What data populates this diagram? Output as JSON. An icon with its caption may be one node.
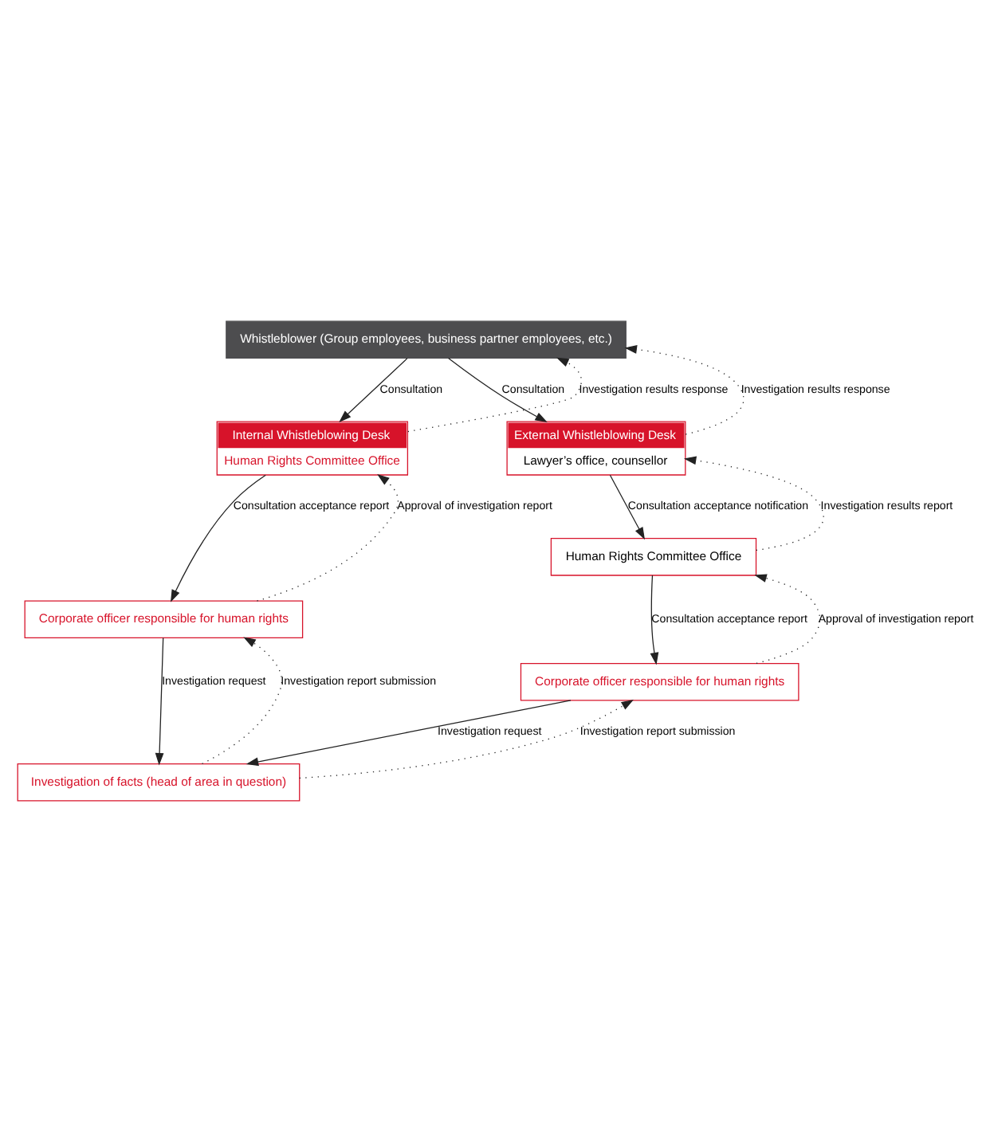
{
  "diagram": {
    "nodes": [
      {
        "text": [
          "Whistleblower (Group employees, business partner employees, etc.)"
        ]
      },
      {
        "text": [
          "Internal Whistleblowing Desk",
          "Human Rights Committee Office"
        ]
      },
      {
        "text": [
          "Corporate officer responsible for human rights"
        ]
      },
      {
        "text": [
          "External Whistleblowing Desk",
          "Lawyer’s office, counsellor"
        ]
      },
      {
        "text": [
          "Human Rights Committee Office"
        ]
      },
      {
        "text": [
          "Corporate officer responsible for human rights"
        ]
      },
      {
        "text": [
          "Investigation of facts (head of area in question)"
        ]
      }
    ],
    "edges": [
      {
        "from": 0,
        "to": 1,
        "arrow": "to",
        "label": "Consultation"
      },
      {
        "from": 1,
        "to": 0,
        "arrow": "to",
        "label": "Investigation results response",
        "style": "dashed"
      },
      {
        "from": 0,
        "to": 3,
        "arrow": "to",
        "label": "Consultation"
      },
      {
        "from": 3,
        "to": 0,
        "arrow": "to",
        "label": "Investigation results response",
        "style": "dashed"
      },
      {
        "from": 1,
        "to": 2,
        "arrow": "to",
        "label": "Consultation acceptance report"
      },
      {
        "from": 2,
        "to": 1,
        "arrow": "to",
        "label": "Approval of investigation report",
        "style": "dashed"
      },
      {
        "from": 3,
        "to": 4,
        "arrow": "to",
        "label": "Consultation acceptance notification"
      },
      {
        "from": 4,
        "to": 3,
        "arrow": "to",
        "label": "Investigation results report",
        "style": "dashed"
      },
      {
        "from": 4,
        "to": 5,
        "arrow": "to",
        "label": "Consultation acceptance report"
      },
      {
        "from": 5,
        "to": 4,
        "arrow": "to",
        "label": "Approval of investigation report",
        "style": "dashed"
      },
      {
        "from": 2,
        "to": 6,
        "arrow": "to",
        "label": "Investigation request"
      },
      {
        "from": 6,
        "to": 2,
        "arrow": "to",
        "label": "Investigation report submission",
        "style": "dashed"
      },
      {
        "from": 5,
        "to": 6,
        "arrow": "to",
        "label": "Investigation request"
      },
      {
        "from": 6,
        "to": 5,
        "arrow": "to",
        "label": "Investigation report submission",
        "style": "dashed"
      }
    ]
  }
}
